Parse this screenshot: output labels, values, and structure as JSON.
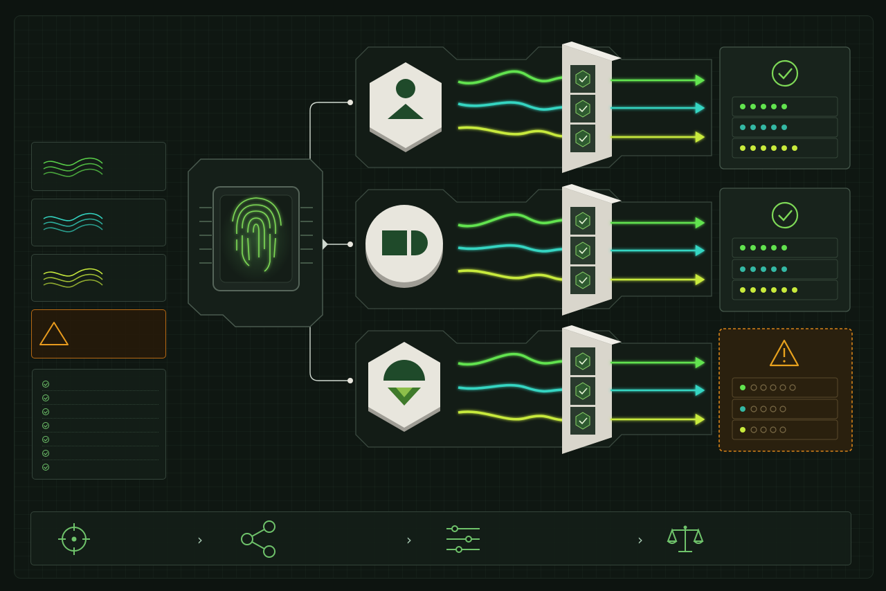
{
  "left_panel": {
    "signals": [
      {
        "name": "green-signal",
        "color": "#62e34f"
      },
      {
        "name": "cyan-signal",
        "color": "#34d5c2"
      },
      {
        "name": "lime-signal",
        "color": "#c8ea3c"
      }
    ],
    "alert_color": "#e89b1e",
    "checklist_count": 7
  },
  "center": {
    "hub_icon": "fingerprint-icon",
    "lanes": [
      {
        "shape": "person-icon",
        "badge_color": "#7bdc5a",
        "card": "ok",
        "rows": [
          5,
          5,
          6
        ]
      },
      {
        "shape": "square-halfcircle-icon",
        "badge_color": "#7bdc5a",
        "card": "ok",
        "rows": [
          5,
          5,
          6
        ]
      },
      {
        "shape": "semicircle-chevron-icon",
        "badge_color": "#7bdc5a",
        "card": "warn",
        "rows": [
          1,
          1,
          1
        ]
      }
    ]
  },
  "colors": {
    "green": "#62e34f",
    "cyan": "#34d5c2",
    "lime": "#c8ea3c",
    "warn": "#e89b1e",
    "node_fill": "#e8e6dd",
    "dark_green": "#1f4a2a"
  },
  "bottom_steps": [
    {
      "icon": "target-icon"
    },
    {
      "icon": "share-nodes-icon"
    },
    {
      "icon": "sliders-icon"
    },
    {
      "icon": "balance-scale-icon"
    }
  ]
}
